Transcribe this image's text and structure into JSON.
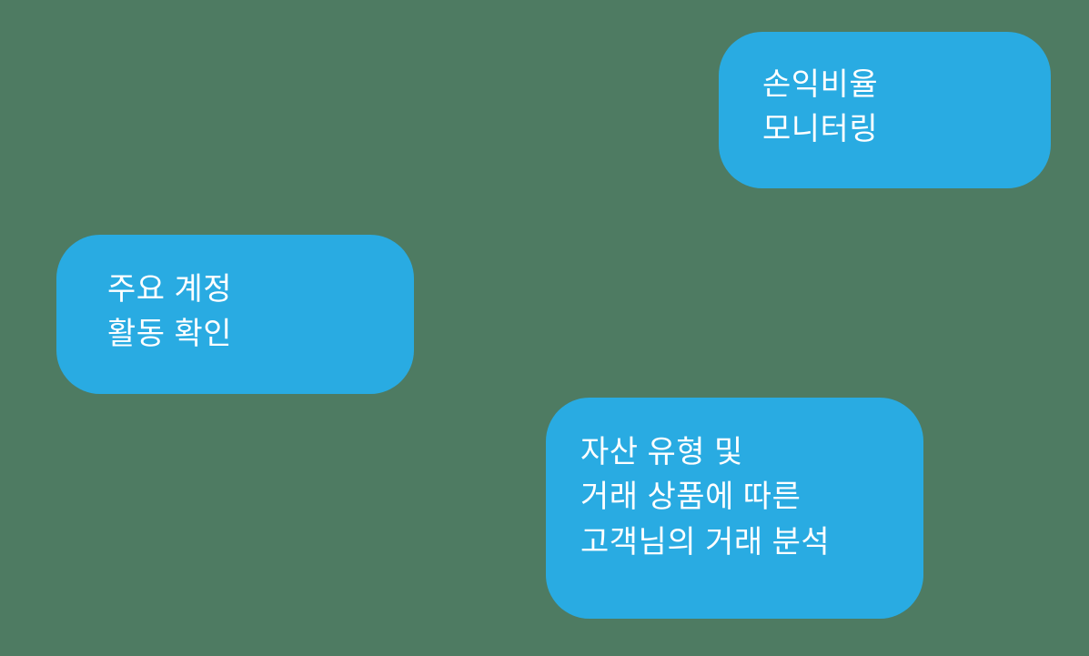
{
  "colors": {
    "background": "#4e7b62",
    "bubble": "#29abe2",
    "text": "#ffffff"
  },
  "bubbles": [
    {
      "id": "profit-loss-monitoring",
      "text": "손익비율\n모니터링"
    },
    {
      "id": "account-activity-check",
      "text": "주요 계정\n활동 확인"
    },
    {
      "id": "transaction-analysis",
      "text": "자산 유형 및\n거래 상품에 따른\n고객님의 거래 분석"
    }
  ]
}
